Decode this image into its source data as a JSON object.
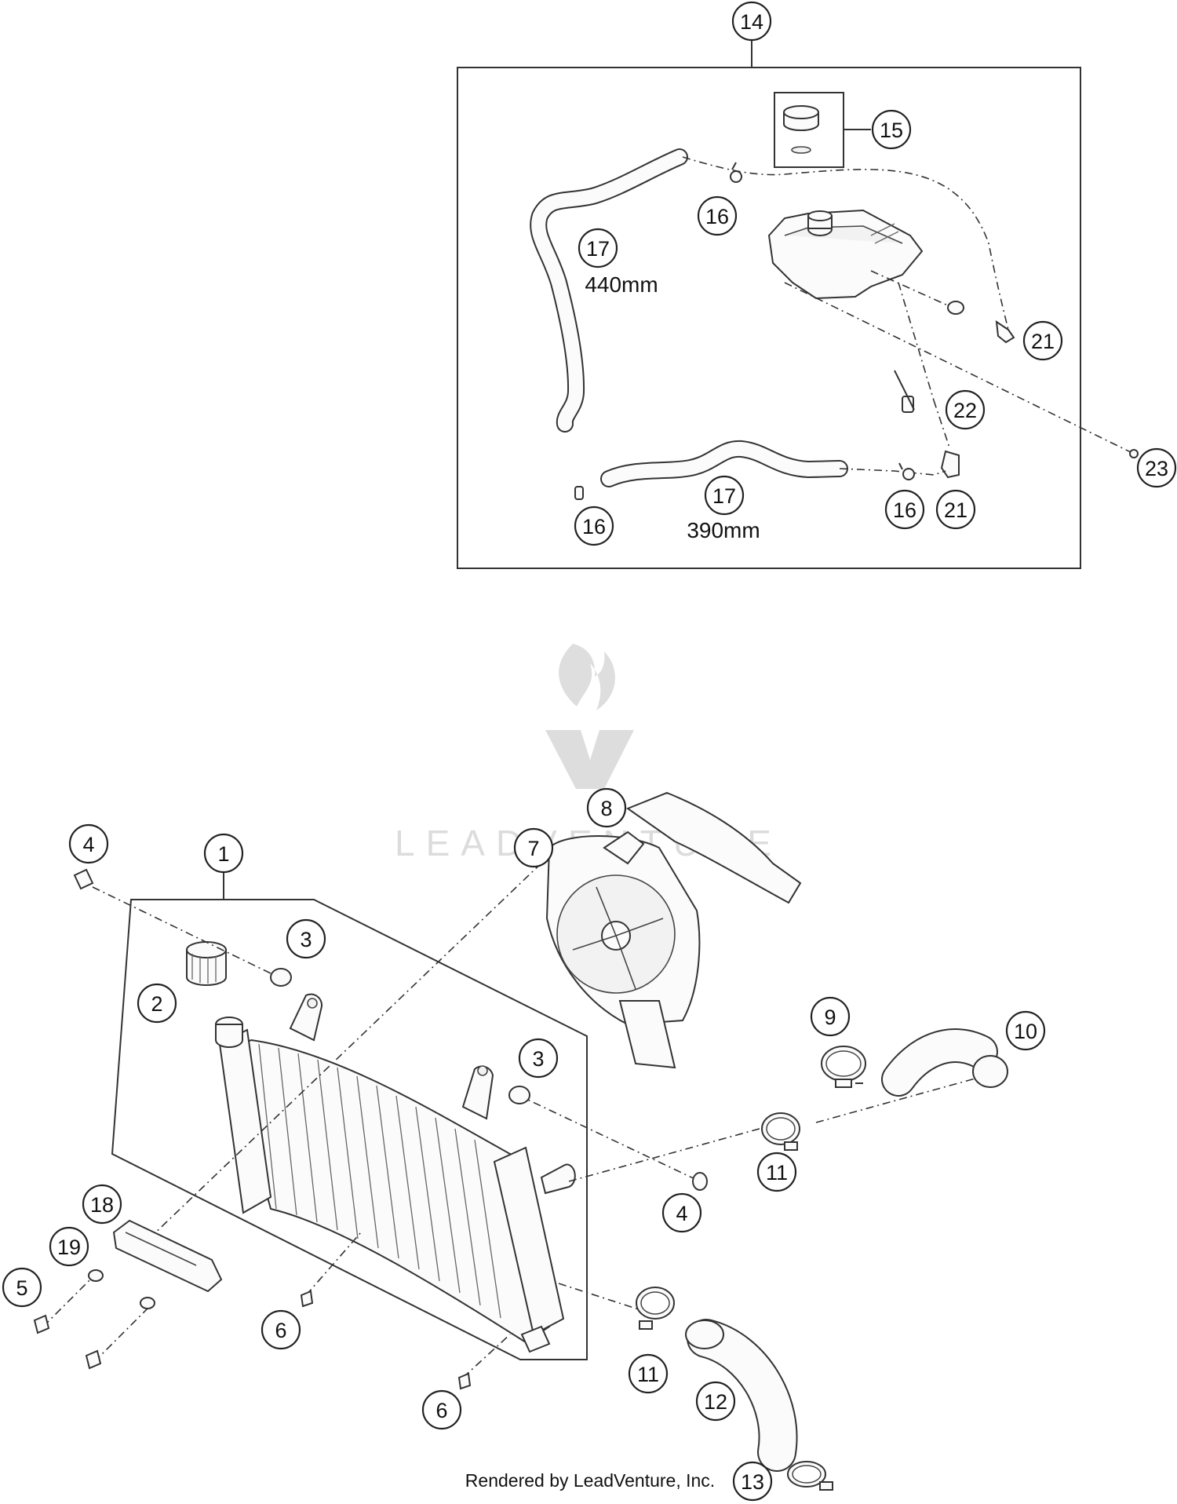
{
  "callouts": [
    {
      "id": "c14",
      "text": "14"
    },
    {
      "id": "c15",
      "text": "15"
    },
    {
      "id": "c16a",
      "text": "16"
    },
    {
      "id": "c17a",
      "text": "17"
    },
    {
      "id": "c21a",
      "text": "21"
    },
    {
      "id": "c22",
      "text": "22"
    },
    {
      "id": "c23",
      "text": "23"
    },
    {
      "id": "c16b",
      "text": "16"
    },
    {
      "id": "c17b",
      "text": "17"
    },
    {
      "id": "c16c",
      "text": "16"
    },
    {
      "id": "c21b",
      "text": "21"
    },
    {
      "id": "c8",
      "text": "8"
    },
    {
      "id": "c4a",
      "text": "4"
    },
    {
      "id": "c1",
      "text": "1"
    },
    {
      "id": "c7",
      "text": "7"
    },
    {
      "id": "c3a",
      "text": "3"
    },
    {
      "id": "c2",
      "text": "2"
    },
    {
      "id": "c9",
      "text": "9"
    },
    {
      "id": "c10",
      "text": "10"
    },
    {
      "id": "c3b",
      "text": "3"
    },
    {
      "id": "c11a",
      "text": "11"
    },
    {
      "id": "c4b",
      "text": "4"
    },
    {
      "id": "c18",
      "text": "18"
    },
    {
      "id": "c19",
      "text": "19"
    },
    {
      "id": "c5",
      "text": "5"
    },
    {
      "id": "c6a",
      "text": "6"
    },
    {
      "id": "c11b",
      "text": "11"
    },
    {
      "id": "c12",
      "text": "12"
    },
    {
      "id": "c6b",
      "text": "6"
    },
    {
      "id": "c13",
      "text": "13"
    }
  ],
  "labels": {
    "hose_upper_length": "440mm",
    "hose_lower_length": "390mm"
  },
  "watermark": {
    "brand": "LEADVENTURE"
  },
  "credit": "Rendered by LeadVenture, Inc."
}
